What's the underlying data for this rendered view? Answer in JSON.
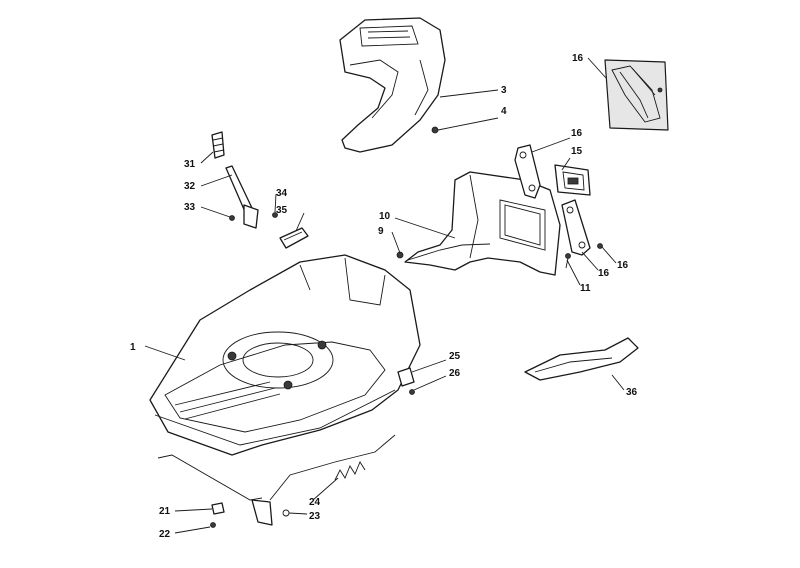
{
  "callouts": [
    {
      "id": "c1",
      "label": "1"
    },
    {
      "id": "c3",
      "label": "3"
    },
    {
      "id": "c4",
      "label": "4"
    },
    {
      "id": "c9",
      "label": "9"
    },
    {
      "id": "c10",
      "label": "10"
    },
    {
      "id": "c11",
      "label": "11"
    },
    {
      "id": "c15",
      "label": "15"
    },
    {
      "id": "c16a",
      "label": "16"
    },
    {
      "id": "c16b",
      "label": "16"
    },
    {
      "id": "c16c",
      "label": "16"
    },
    {
      "id": "c16d",
      "label": "16"
    },
    {
      "id": "c21",
      "label": "21"
    },
    {
      "id": "c22",
      "label": "22"
    },
    {
      "id": "c23",
      "label": "23"
    },
    {
      "id": "c24",
      "label": "24"
    },
    {
      "id": "c25",
      "label": "25"
    },
    {
      "id": "c26",
      "label": "26"
    },
    {
      "id": "c31",
      "label": "31"
    },
    {
      "id": "c32",
      "label": "32"
    },
    {
      "id": "c33",
      "label": "33"
    },
    {
      "id": "c34",
      "label": "34"
    },
    {
      "id": "c35",
      "label": "35"
    },
    {
      "id": "c36",
      "label": "36"
    }
  ]
}
